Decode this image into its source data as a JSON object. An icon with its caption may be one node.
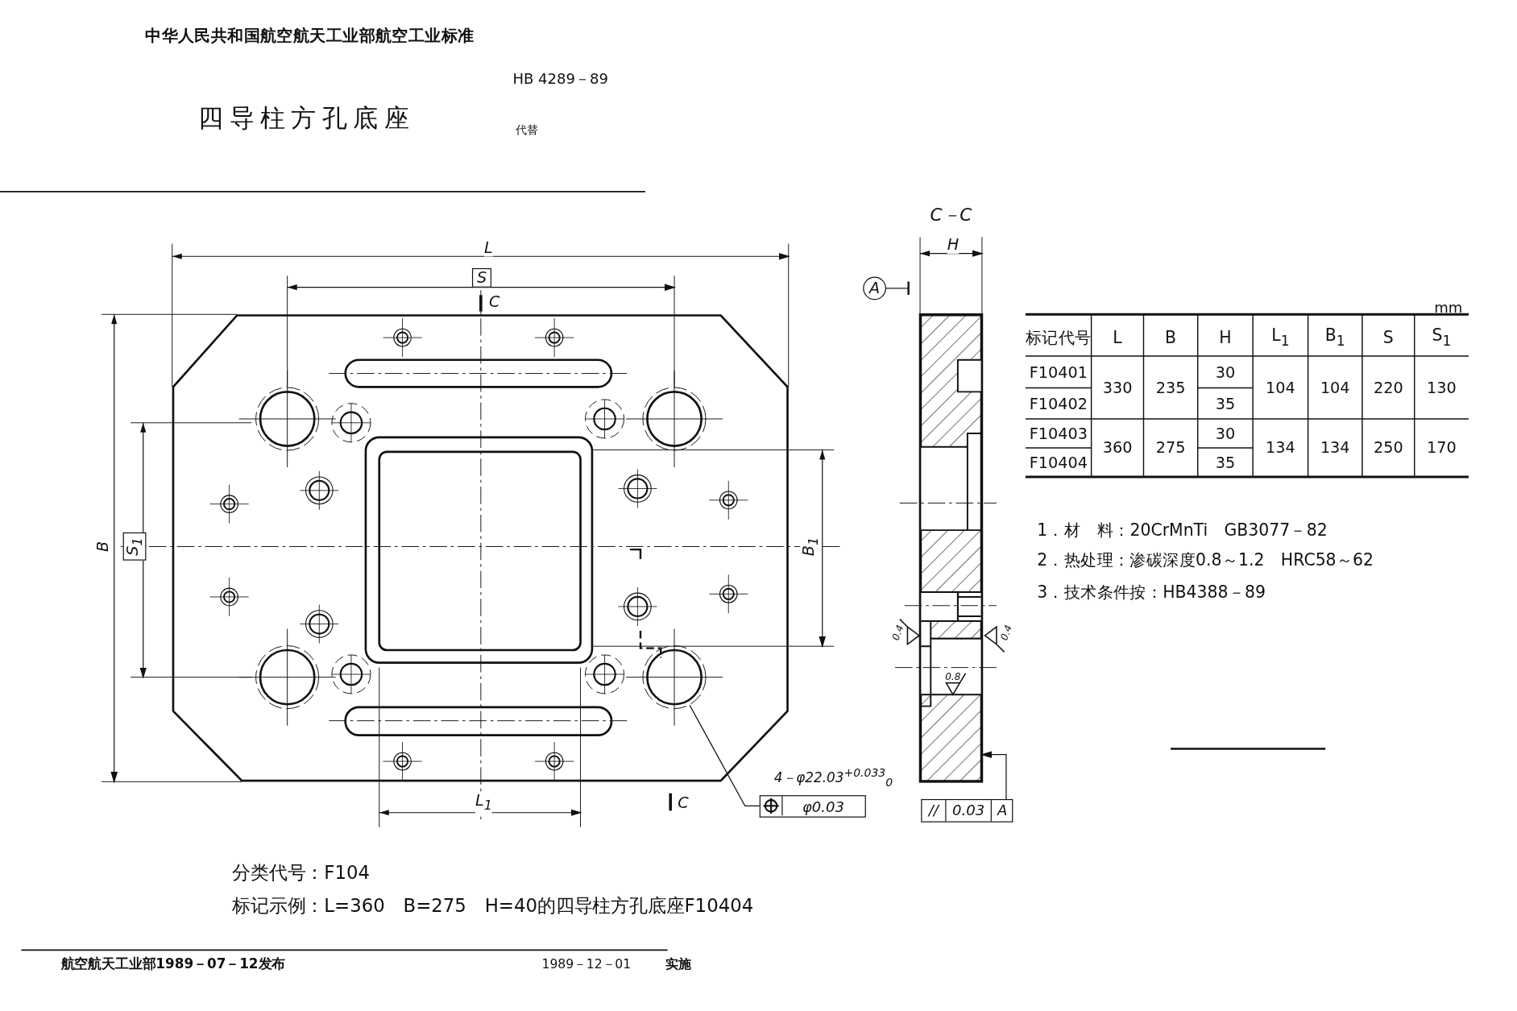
{
  "diagram": {
    "title": "四导柱方孔底座",
    "nodes": [
      {
        "text": [],
        "shape": "picture"
      },
      {
        "text": [],
        "shape": "circle",
        "in": 0
      },
      {
        "text": [],
        "shape": "circle",
        "in": 0
      },
      {
        "text": [],
        "shape": "circle",
        "in": 0
      },
      {
        "text": [],
        "shape": "circle",
        "in": 0
      },
      {
        "text": [
          "φ0.03"
        ],
        "beside": [
          "4－φ22.03$^{+0.033}$$_{0}$"
        ]
      },
      {
        "text": [],
        "shape": "picture"
      },
      {
        "text": [
          "A"
        ]
      },
      {
        "text": [
          "//",
          "0.03",
          "A"
        ]
      }
    ],
    "edges": [
      {
        "from": 5,
        "to": 4,
        "arrow": "none"
      },
      {
        "from": 7,
        "to": null,
        "arrow": "other"
      },
      {
        "from": 8,
        "to": 6,
        "arrow": "to"
      }
    ],
    "labels": [
      "中华人民共和国航空航天工业部航空工业标准",
      "HB 4289－89",
      "代替",
      "C－C",
      "L",
      "H",
      "S",
      "C",
      "mm",
      "标记代号",
      "L",
      "B",
      "H",
      "L$_{1}$",
      "B$_{1}$",
      "S",
      "S$_{1}$",
      "F10401",
      "330",
      "235",
      "30",
      "104",
      "104",
      "220",
      "130",
      "F10402",
      "35",
      "F10403",
      "360",
      "275",
      "30",
      "134",
      "134",
      "250",
      "170",
      "F10404",
      "35",
      "B",
      "S$_{1}$",
      "B$_{1}$",
      "1．材　料：20CrMnTi　GB3077－82",
      "2．热处理：渗碳深度0.8～1.2　HRC58～62",
      "3．技术条件按：HB4388－89",
      "0.4",
      "0.4",
      "0.8",
      "C",
      "L$_{1}$",
      "分类代号：F104",
      "标记示例：L=360　B=275　H=40的四导柱方孔底座F10404",
      "航空航天工业部1989－07－12发布",
      "1989－12－01",
      "实施"
    ]
  }
}
